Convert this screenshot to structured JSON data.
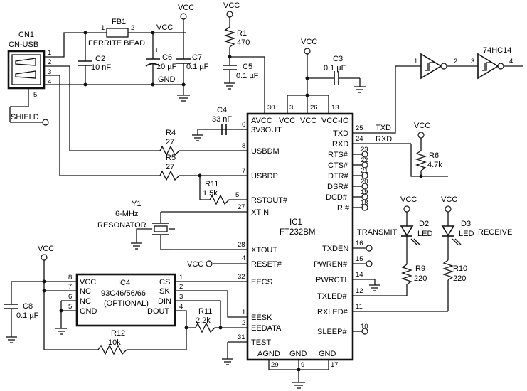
{
  "colors": {
    "background": "#ffffff",
    "ink": "#111111"
  },
  "cn1": {
    "ref": "CN1",
    "name": "CN-USB",
    "pins": [
      "1",
      "2",
      "3",
      "4",
      "5"
    ],
    "shield": "SHIELD"
  },
  "fb1": {
    "ref": "FB1",
    "value": "FERRITE BEAD",
    "pin1": "1",
    "pin2": "2"
  },
  "c2": {
    "ref": "C2",
    "value": "10 nF"
  },
  "c6": {
    "ref": "C6",
    "value": "10 µF",
    "polarity": "+"
  },
  "c7": {
    "ref": "C7",
    "value": "0.1 µF"
  },
  "c5": {
    "ref": "C5",
    "value": "0.1 µF"
  },
  "c3": {
    "ref": "C3",
    "value": "0.1 µF"
  },
  "c4": {
    "ref": "C4",
    "value": "33 nF"
  },
  "c8": {
    "ref": "C8",
    "value": "0.1 µF"
  },
  "r1": {
    "ref": "R1",
    "value": "470"
  },
  "r4": {
    "ref": "R4",
    "value": "27"
  },
  "r5": {
    "ref": "R5",
    "value": "27"
  },
  "r6": {
    "ref": "R6",
    "value": "4.7k"
  },
  "r9": {
    "ref": "R9",
    "value": "220"
  },
  "r10": {
    "ref": "R10",
    "value": "220"
  },
  "r11a": {
    "ref": "R11",
    "value": "1.5k"
  },
  "r11b": {
    "ref": "R11",
    "value": "2.2k"
  },
  "r12": {
    "ref": "R12",
    "value": "10k"
  },
  "nets": {
    "vcc": "VCC",
    "gnd": "GND"
  },
  "y1": {
    "ref": "Y1",
    "freq": "6-MHz",
    "type": "RESONATOR"
  },
  "d2": {
    "ref": "D2",
    "type": "LED",
    "label": "TRANSMIT"
  },
  "d3": {
    "ref": "D3",
    "type": "LED",
    "label": "RECEIVE"
  },
  "ic3": {
    "part": "74HC14",
    "in1": "1",
    "out1": "2",
    "in2": "3",
    "out2": "4"
  },
  "ic1": {
    "ref": "IC1",
    "part": "FT232BM",
    "top_labels": [
      "AVCC",
      "VCC",
      "VCC",
      "VCC-IO"
    ],
    "top_pins": [
      "30",
      "3",
      "26",
      "13"
    ],
    "left_pins": [
      {
        "n": "6",
        "name": "3V3OUT"
      },
      {
        "n": "8",
        "name": "USBDM"
      },
      {
        "n": "7",
        "name": "USBDP"
      },
      {
        "n": "5",
        "name": "RSTOUT#"
      },
      {
        "n": "27",
        "name": "XTIN"
      },
      {
        "n": "28",
        "name": "XTOUT"
      },
      {
        "n": "4",
        "name": "RESET#"
      },
      {
        "n": "32",
        "name": "EECS"
      },
      {
        "n": "1",
        "name": "EESK"
      },
      {
        "n": "2",
        "name": "EEDATA"
      },
      {
        "n": "31",
        "name": "TEST"
      }
    ],
    "right_pins": [
      {
        "n": "25",
        "name": "TXD"
      },
      {
        "n": "24",
        "name": "RXD"
      },
      {
        "n": "23",
        "name": "RTS#"
      },
      {
        "n": "22",
        "name": "CTS#"
      },
      {
        "n": "21",
        "name": "DTR#"
      },
      {
        "n": "20",
        "name": "DSR#"
      },
      {
        "n": "19",
        "name": "DCD#"
      },
      {
        "n": "18",
        "name": "RI#"
      },
      {
        "n": "16",
        "name": "TXDEN"
      },
      {
        "n": "15",
        "name": "PWREN#"
      },
      {
        "n": "14",
        "name": "PWRCTL"
      },
      {
        "n": "12",
        "name": "TXLED#"
      },
      {
        "n": "11",
        "name": "RXLED#"
      },
      {
        "n": "10",
        "name": "SLEEP#"
      }
    ],
    "bottom_labels": [
      "AGND",
      "GND",
      "GND"
    ],
    "bottom_pins": [
      "29",
      "9",
      "17"
    ]
  },
  "net_labels": {
    "txd": "TXD",
    "rxd": "RXD"
  },
  "ic4": {
    "ref": "IC4",
    "part": "93C46/56/66",
    "note": "(OPTIONAL)",
    "left": [
      {
        "n": "8",
        "name": "VCC"
      },
      {
        "n": "7",
        "name": "NC"
      },
      {
        "n": "6",
        "name": "NC"
      },
      {
        "n": "5",
        "name": "GND"
      }
    ],
    "right": [
      {
        "n": "1",
        "name": "CS"
      },
      {
        "n": "2",
        "name": "SK"
      },
      {
        "n": "3",
        "name": "DIN"
      },
      {
        "n": "4",
        "name": "DOUT"
      }
    ]
  }
}
